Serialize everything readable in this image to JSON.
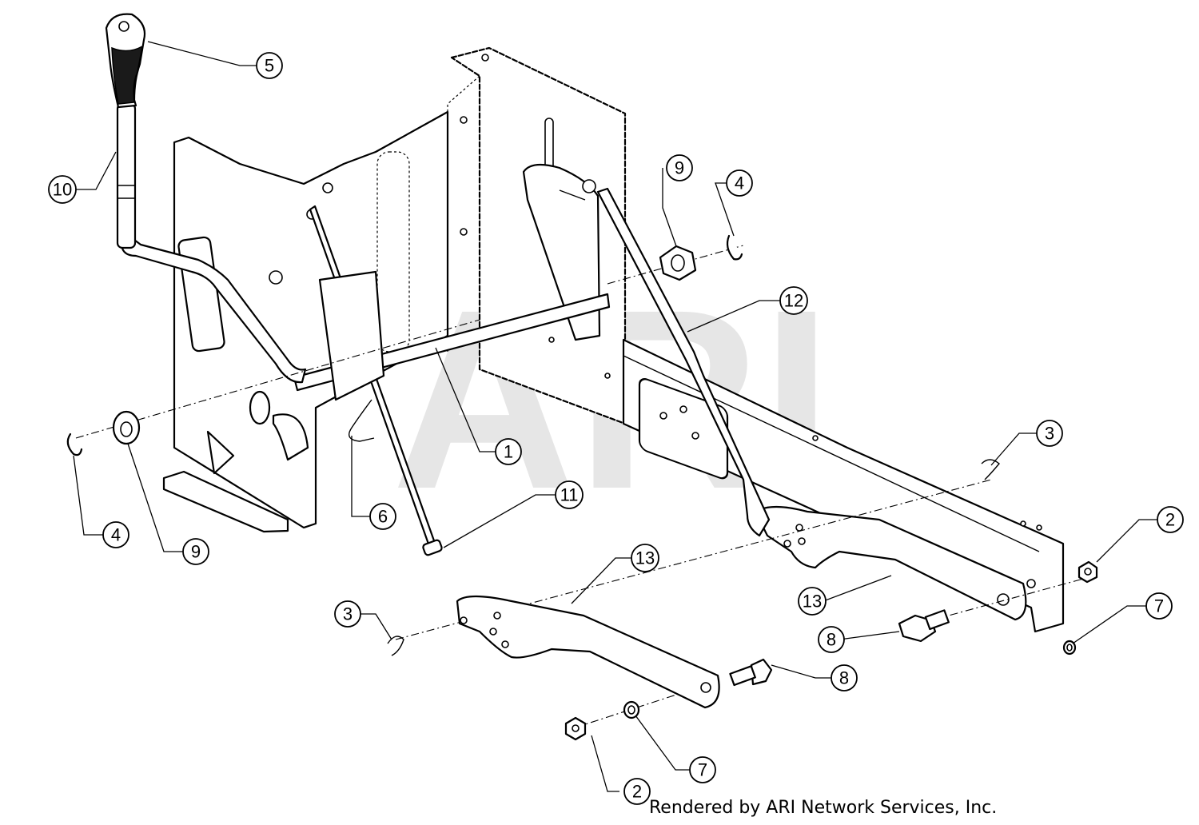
{
  "watermark": "ARI",
  "credit": "Rendered by ARI Network Services, Inc.",
  "callouts": [
    {
      "id": "c1",
      "label": "1"
    },
    {
      "id": "c2a",
      "label": "2"
    },
    {
      "id": "c2b",
      "label": "2"
    },
    {
      "id": "c3a",
      "label": "3"
    },
    {
      "id": "c3b",
      "label": "3"
    },
    {
      "id": "c4a",
      "label": "4"
    },
    {
      "id": "c4b",
      "label": "4"
    },
    {
      "id": "c5",
      "label": "5"
    },
    {
      "id": "c6",
      "label": "6"
    },
    {
      "id": "c7a",
      "label": "7"
    },
    {
      "id": "c7b",
      "label": "7"
    },
    {
      "id": "c8a",
      "label": "8"
    },
    {
      "id": "c8b",
      "label": "8"
    },
    {
      "id": "c9a",
      "label": "9"
    },
    {
      "id": "c9b",
      "label": "9"
    },
    {
      "id": "c10",
      "label": "10"
    },
    {
      "id": "c11",
      "label": "11"
    },
    {
      "id": "c12",
      "label": "12"
    },
    {
      "id": "c13a",
      "label": "13"
    },
    {
      "id": "c13b",
      "label": "13"
    }
  ]
}
